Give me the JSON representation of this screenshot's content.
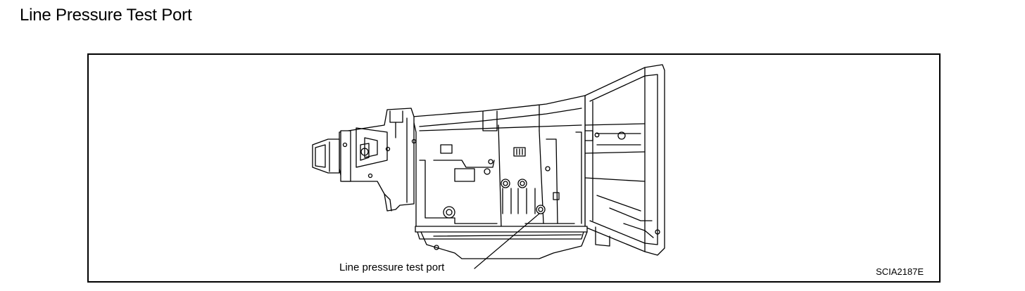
{
  "page": {
    "title": "Line Pressure Test Port"
  },
  "figure": {
    "callout_label": "Line pressure test port",
    "figure_code": "SCIA2187E"
  }
}
